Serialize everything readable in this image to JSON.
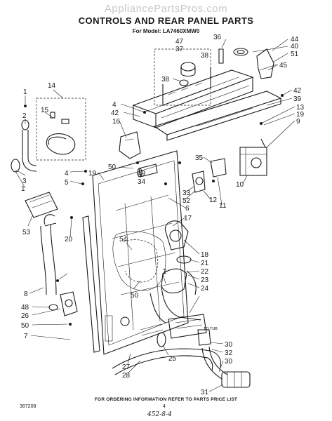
{
  "watermark": "AppliancePartsPros.com",
  "title": "CONTROLS AND REAR PANEL PARTS",
  "subtitle": "For Model: LA7460XMW0",
  "footer": "FOR ORDERING INFORMATION REFER TO PARTS PRICE LIST",
  "doc_number": "387208",
  "page_number": "4",
  "handwritten_note": "452-8-4",
  "small_labels": {
    "to_tub": "TO TUB"
  },
  "callouts": [
    "1",
    "14",
    "15",
    "2",
    "3",
    "1",
    "4",
    "5",
    "19",
    "50",
    "49",
    "34",
    "53",
    "20",
    "8",
    "48",
    "26",
    "50",
    "7",
    "44",
    "40",
    "36",
    "47",
    "37",
    "38",
    "51",
    "45",
    "42",
    "39",
    "38",
    "4",
    "42",
    "16",
    "13",
    "19",
    "9",
    "35",
    "10",
    "33",
    "52",
    "12",
    "11",
    "6",
    "17",
    "18",
    "21",
    "22",
    "23",
    "24",
    "2",
    "54",
    "50",
    "30",
    "32",
    "30",
    "27",
    "25",
    "28",
    "31"
  ]
}
